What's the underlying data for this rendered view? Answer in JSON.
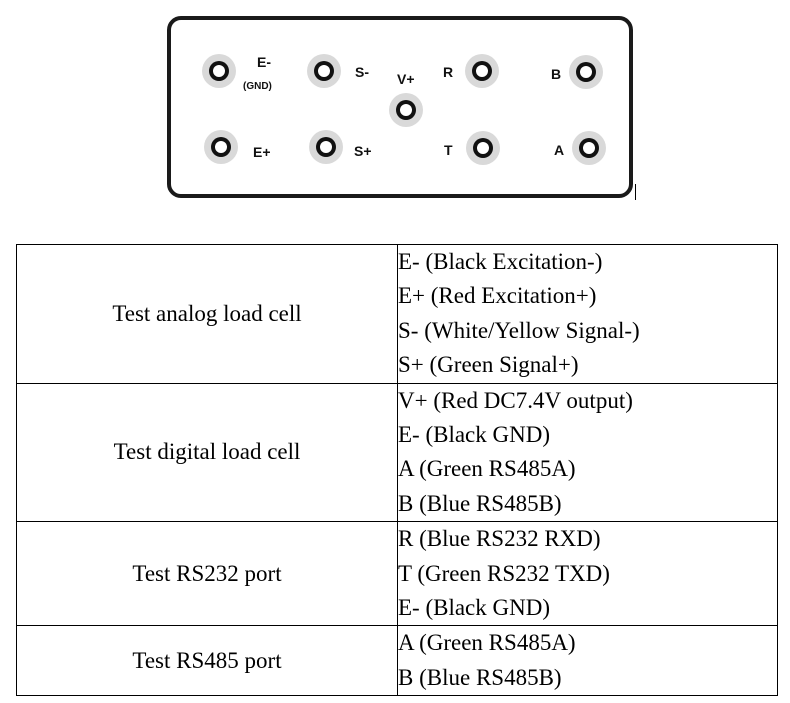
{
  "connector": {
    "terminals": [
      {
        "id": "e-minus",
        "label": "E-",
        "sub": "(GND)"
      },
      {
        "id": "s-minus",
        "label": "S-"
      },
      {
        "id": "v-plus",
        "label": "V+"
      },
      {
        "id": "r",
        "label": "R"
      },
      {
        "id": "b",
        "label": "B"
      },
      {
        "id": "e-plus",
        "label": "E+"
      },
      {
        "id": "s-plus",
        "label": "S+"
      },
      {
        "id": "t",
        "label": "T"
      },
      {
        "id": "a",
        "label": "A"
      }
    ]
  },
  "table": {
    "rows": [
      {
        "test": "Test analog load cell",
        "pins": [
          "E- (Black Excitation-)",
          "E+ (Red Excitation+)",
          "S- (White/Yellow Signal-)",
          "S+ (Green Signal+)"
        ]
      },
      {
        "test": "Test digital load cell",
        "pins": [
          "V+ (Red DC7.4V output)",
          "E- (Black GND)",
          "A (Green RS485A)",
          "B (Blue RS485B)"
        ]
      },
      {
        "test": "Test RS232 port",
        "pins": [
          "R (Blue RS232 RXD)",
          "T (Green RS232 TXD)",
          "E- (Black GND)"
        ]
      },
      {
        "test": "Test RS485 port",
        "pins": [
          "A (Green RS485A)",
          "B (Blue RS485B)"
        ]
      }
    ]
  }
}
